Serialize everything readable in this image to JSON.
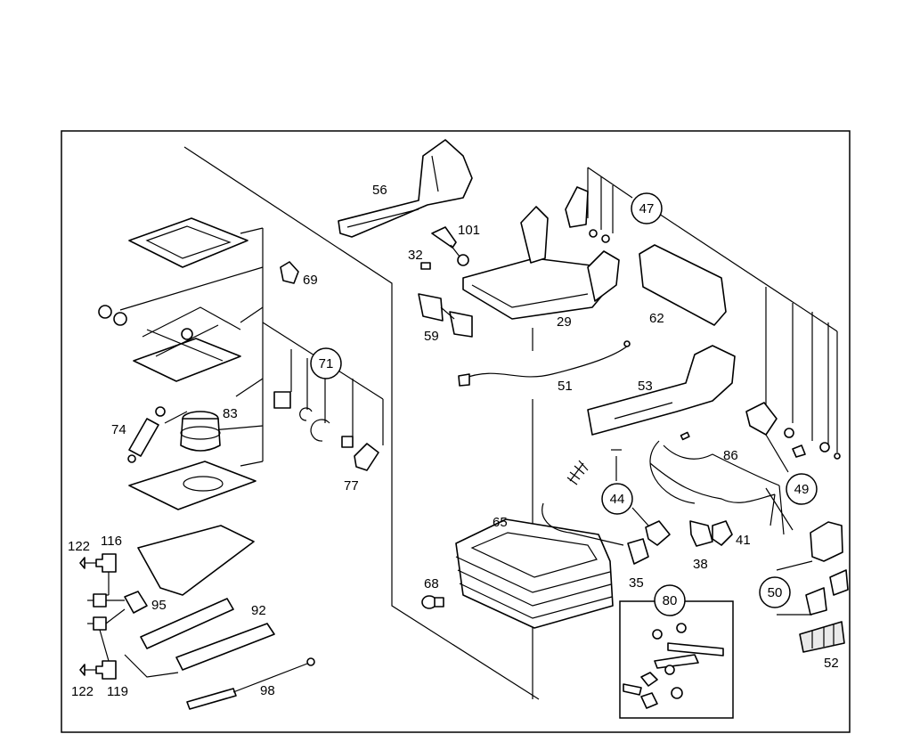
{
  "diagram": {
    "labels": {
      "l56": "56",
      "l101": "101",
      "l32": "32",
      "l69": "69",
      "l59": "59",
      "l29": "29",
      "l62": "62",
      "l51": "51",
      "l53": "53",
      "l74": "74",
      "l83": "83",
      "l77": "77",
      "l122a": "122",
      "l116": "116",
      "l95": "95",
      "l92": "92",
      "l122b": "122",
      "l119": "119",
      "l98": "98",
      "l65": "65",
      "l68": "68",
      "l35": "35",
      "l38": "38",
      "l41": "41",
      "l86": "86",
      "l52": "52"
    },
    "circled": {
      "c47": "47",
      "c71": "71",
      "c44": "44",
      "c49": "49",
      "c50": "50",
      "c80": "80"
    }
  }
}
